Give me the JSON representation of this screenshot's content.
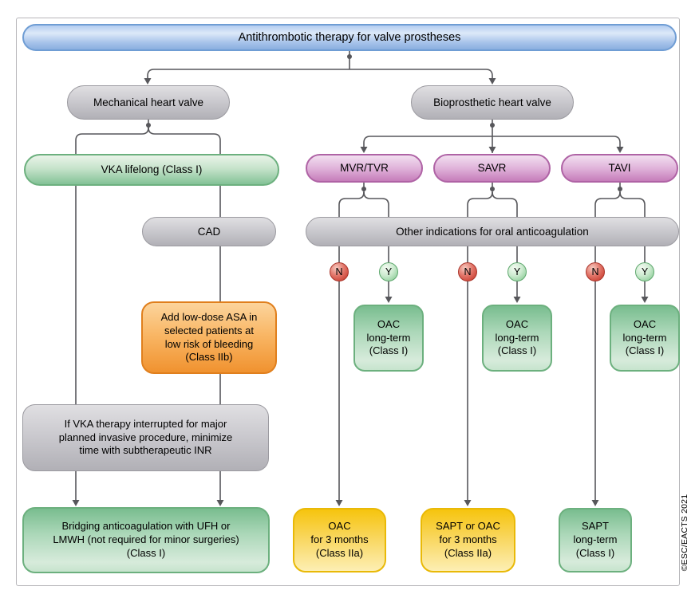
{
  "diagram": {
    "title": "Antithrombotic therapy for valve prostheses",
    "mechanical": {
      "root": "Mechanical heart valve",
      "vka": "VKA lifelong (Class I)",
      "cad": "CAD",
      "asa": "Add low-dose ASA in\nselected patients at\nlow risk of bleeding\n(Class IIb)",
      "interrupt": "If VKA therapy interrupted for major\nplanned invasive procedure, minimize\ntime with subtherapeutic INR",
      "bridging": "Bridging anticoagulation with UFH or\nLMWH (not required for minor surgeries)\n(Class I)"
    },
    "bioprosthetic": {
      "root": "Bioprosthetic heart valve",
      "valve_types": [
        "MVR/TVR",
        "SAVR",
        "TAVI"
      ],
      "question": "Other indications for oral anticoagulation",
      "no_label": "N",
      "yes_label": "Y",
      "oac_long_term": "OAC\nlong-term\n(Class I)",
      "outcome_mvr_tvr_no": "OAC\nfor 3 months\n(Class IIa)",
      "outcome_savr_no": "SAPT or OAC\nfor 3 months\n(Class IIa)",
      "outcome_tavi_no": "SAPT\nlong-term\n(Class I)"
    },
    "copyright": "©ESC/EACTS 2021",
    "colors": {
      "header_blue": "#9cbce7",
      "neutral_gray": "#c2c1c5",
      "class_i_green": "#8cc59c",
      "class_iia_yellow": "#f8c515",
      "class_iib_orange": "#f39b3d",
      "valve_pink": "#cf8ac2",
      "no_red": "#d0493d",
      "yes_green": "#9ed2a5",
      "line_gray": "#57575b"
    }
  }
}
